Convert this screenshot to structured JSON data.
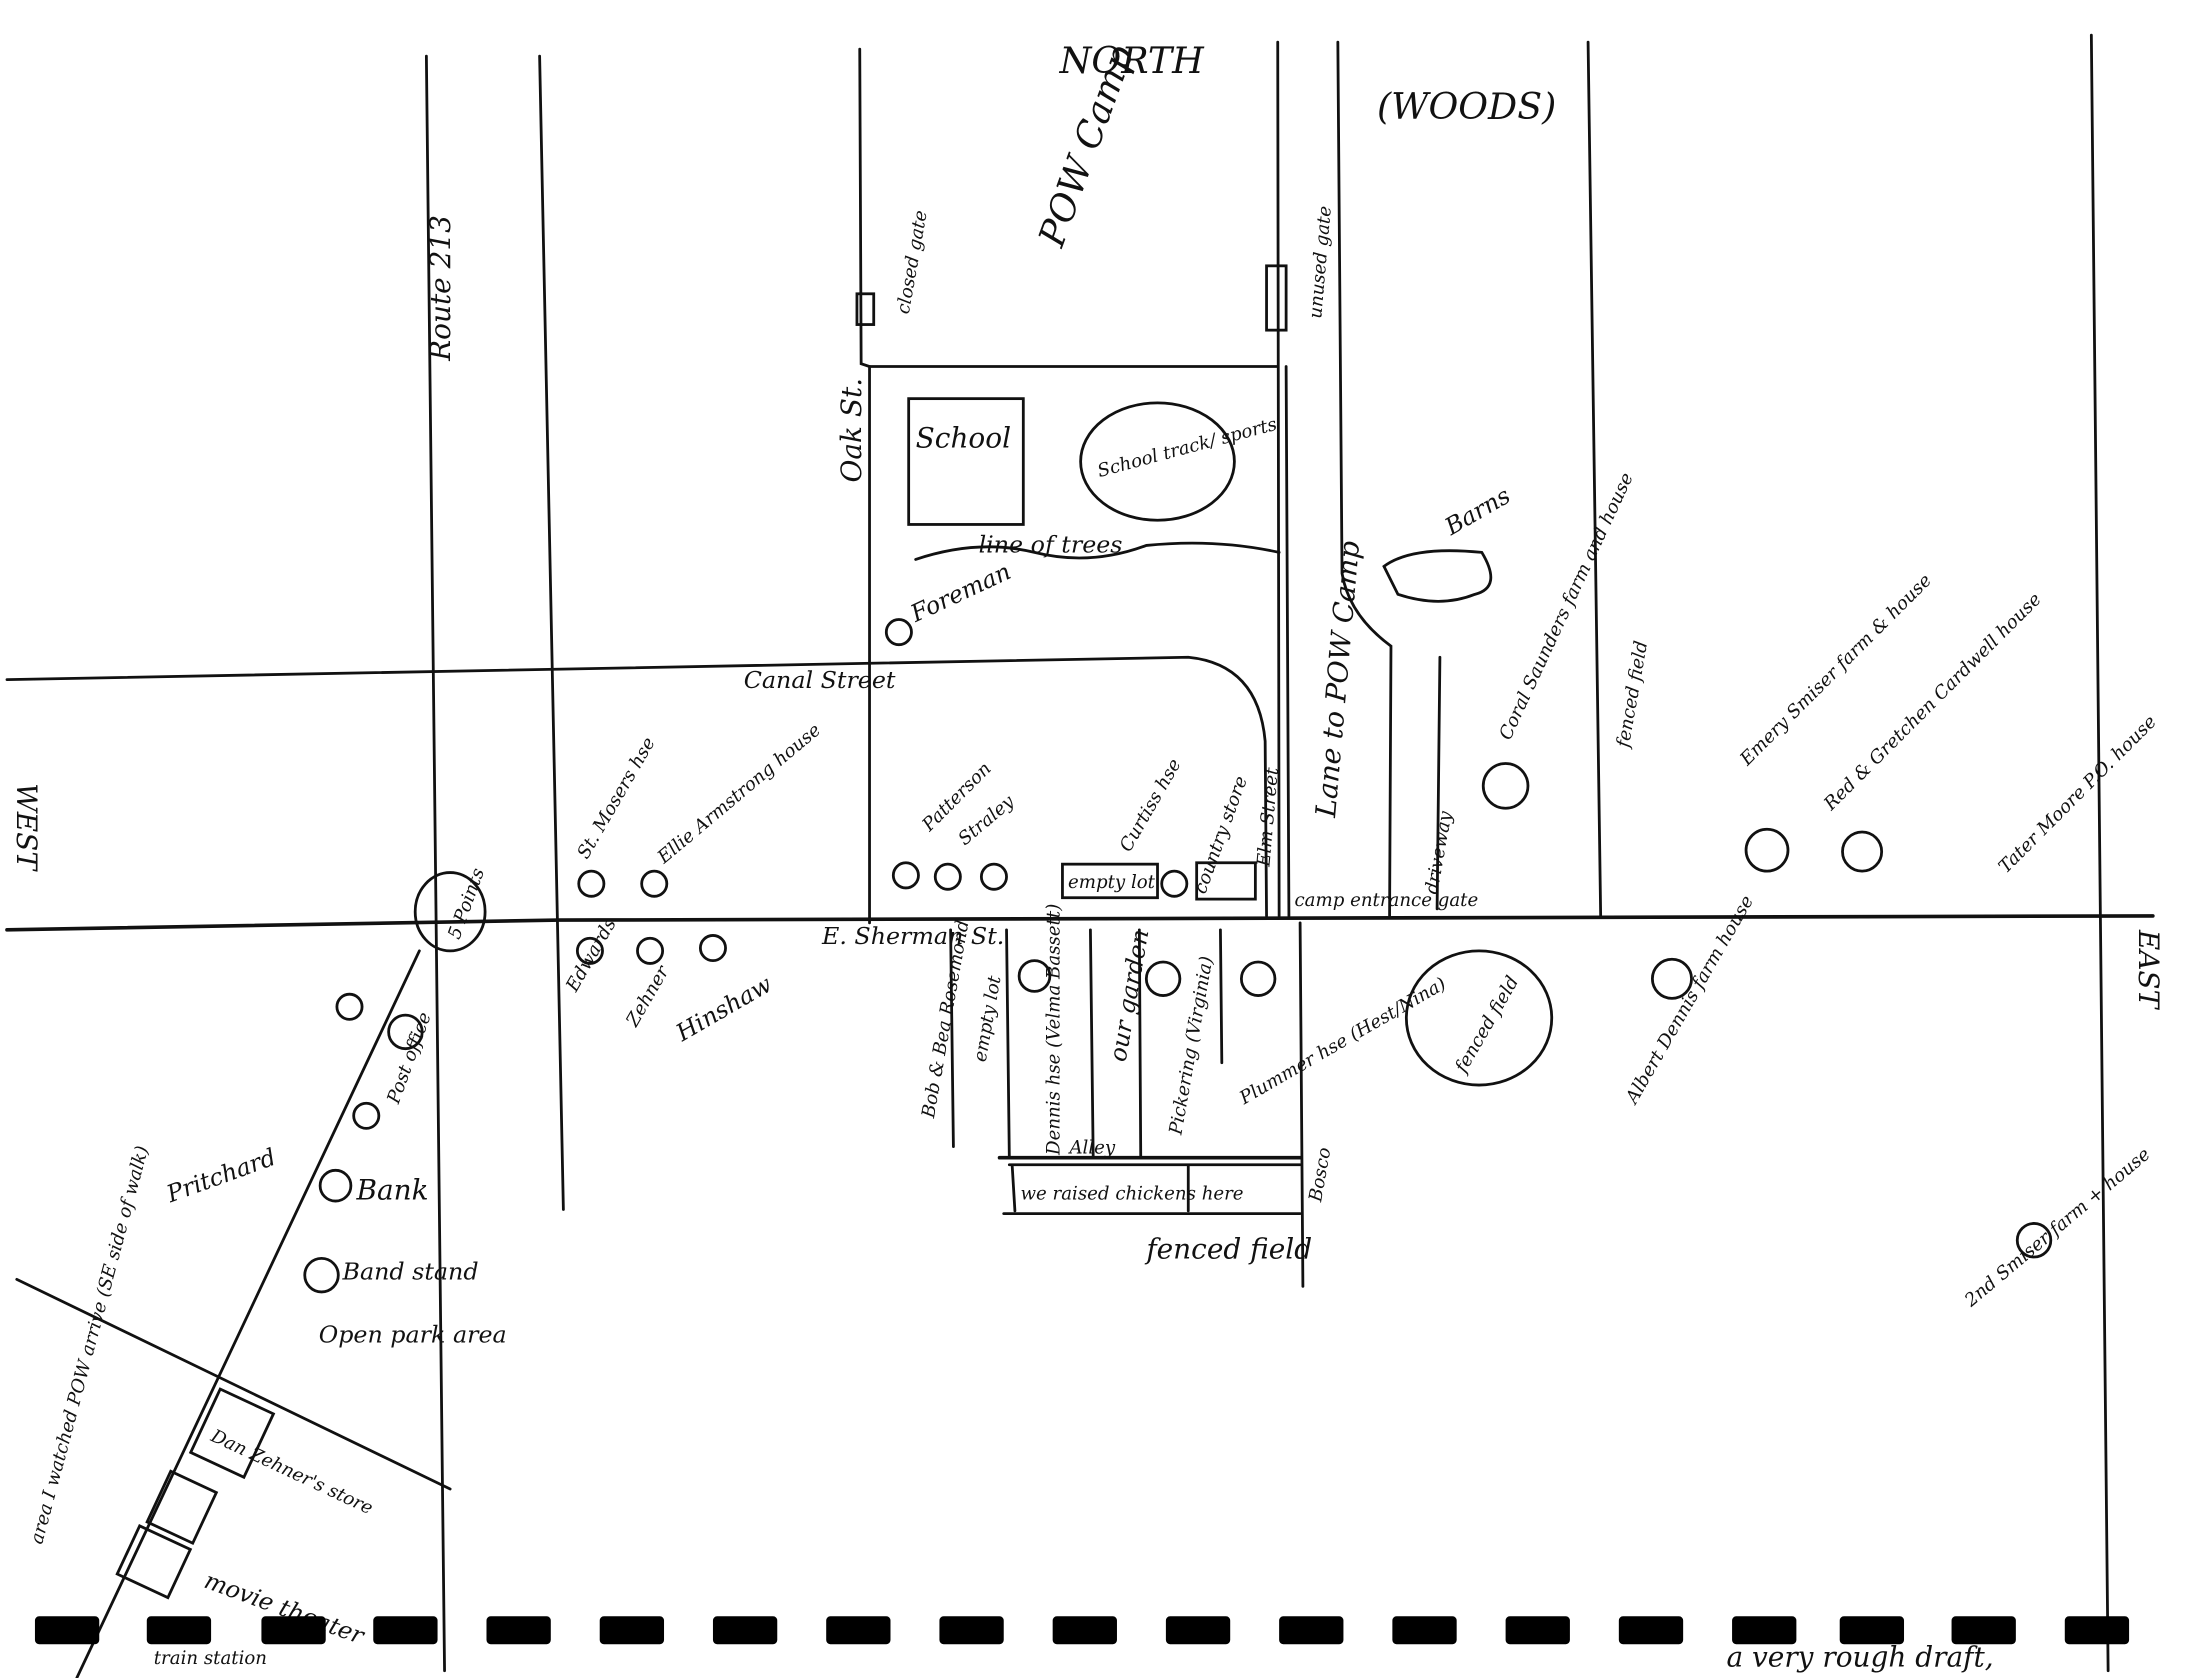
{
  "map": {
    "title": "NORTH",
    "woods": "(WOODS)",
    "pow_camp": "POW Camp",
    "route": "Route 213",
    "oak_st": "Oak St.",
    "closed_gate": "closed gate",
    "unused_gate": "unused gate",
    "school": "School",
    "school_track": "School track/ sports",
    "line_of_trees": "line of trees",
    "foreman": "Foreman",
    "canal_street": "Canal Street",
    "lane_to_pow_camp": "Lane to POW Camp",
    "barns": "Barns",
    "coral_farm": "Coral Saunders farm and house",
    "fenced_field_right": "fenced field",
    "emery_farm": "Emery Smiser farm & house",
    "red_gretchen": "Red & Gretchen Cardwell house",
    "tater": "Tater Moore P.O. house",
    "driveway": "driveway",
    "west": "WEST",
    "east": "EAST",
    "five_points": "5 Points",
    "st_moser": "St. Mosers hse",
    "armstrong": "Ellie Armstrong house",
    "patterson": "Patterson",
    "straley": "Straley",
    "empty_lot": "empty lot",
    "curtiss": "Curtiss hse",
    "country_store": "country store",
    "elm_street": "Elm Street",
    "camp_entrance": "camp entrance gate",
    "sherman": "E. Sherman St.",
    "edwards": "Edwards",
    "zehner": "Zehner",
    "hinshaw": "Hinshaw",
    "bob_rosemond": "Bob & Bea Rosemond",
    "empty_lot2": "empty lot",
    "dennis": "Dennis hse (Velma Bassett)",
    "our_garden": "our garden",
    "pickering": "Pickering (Virginia)",
    "plummer": "Plummer hse (Hest/Nina)",
    "fenced_field_mid": "fenced field",
    "albert_dennis": "Albert Dennis farm house",
    "alley": "Alley",
    "chickens": "we raised chickens here",
    "bosco": "Bosco",
    "fenced_field_bottom": "fenced field",
    "second_smiser": "2nd Smiser farm + house",
    "post_office": "Post office",
    "pritchard": "Pritchard",
    "bank": "Bank",
    "band_stand": "Band stand",
    "open_park": "Open park area",
    "area_watched": "area I watched POW arrive (SE side of walk)",
    "dan_zehner": "Dan Zehner's store",
    "movie_theater": "movie theater",
    "train_station": "train station",
    "rough_draft": "a very rough draft,"
  }
}
